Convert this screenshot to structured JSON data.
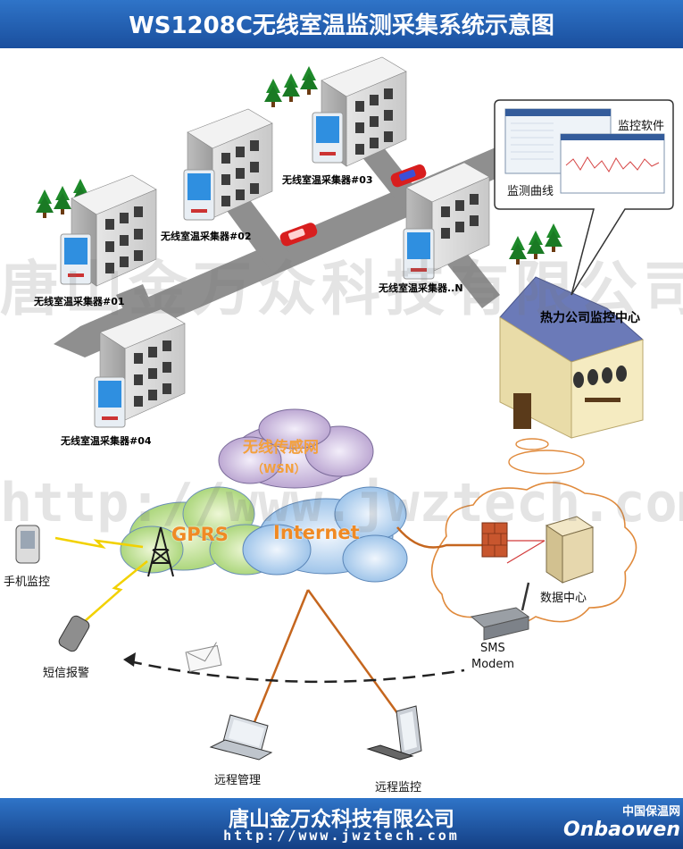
{
  "header": {
    "title": "WS1208C无线室温监测采集系统示意图"
  },
  "collectors": {
    "c01": "无线室温采集器#01",
    "c02": "无线室温采集器#02",
    "c03": "无线室温采集器#03",
    "c04": "无线室温采集器#04",
    "cN": "无线室温采集器..N"
  },
  "monitor_center": {
    "title": "热力公司监控中心",
    "software_label": "监控软件",
    "curve_label": "监测曲线"
  },
  "network": {
    "wsn_name": "无线传感网",
    "wsn_abbr": "（WSN）",
    "gprs": "GPRS",
    "internet": "Internet"
  },
  "endpoints": {
    "mobile": "手机监控",
    "sms_alarm": "短信报警",
    "data_center": "数据中心",
    "sms_modem_line1": "SMS",
    "sms_modem_line2": "Modem",
    "remote_manage": "远程管理",
    "remote_monitor": "远程监控"
  },
  "watermarks": {
    "company": "唐山金万众科技有限公司",
    "url": "http://www.jwztech.com"
  },
  "footer": {
    "company": "唐山金万众科技有限公司",
    "url": "http://www.jwztech.com",
    "brand_cn": "中国保温网",
    "brand_en": "Onbaowen"
  },
  "colors": {
    "header_bg": "#1f5fb4",
    "accent_orange": "#f08a24",
    "road": "#8c8c8c",
    "roof": "#6b7ab8"
  }
}
